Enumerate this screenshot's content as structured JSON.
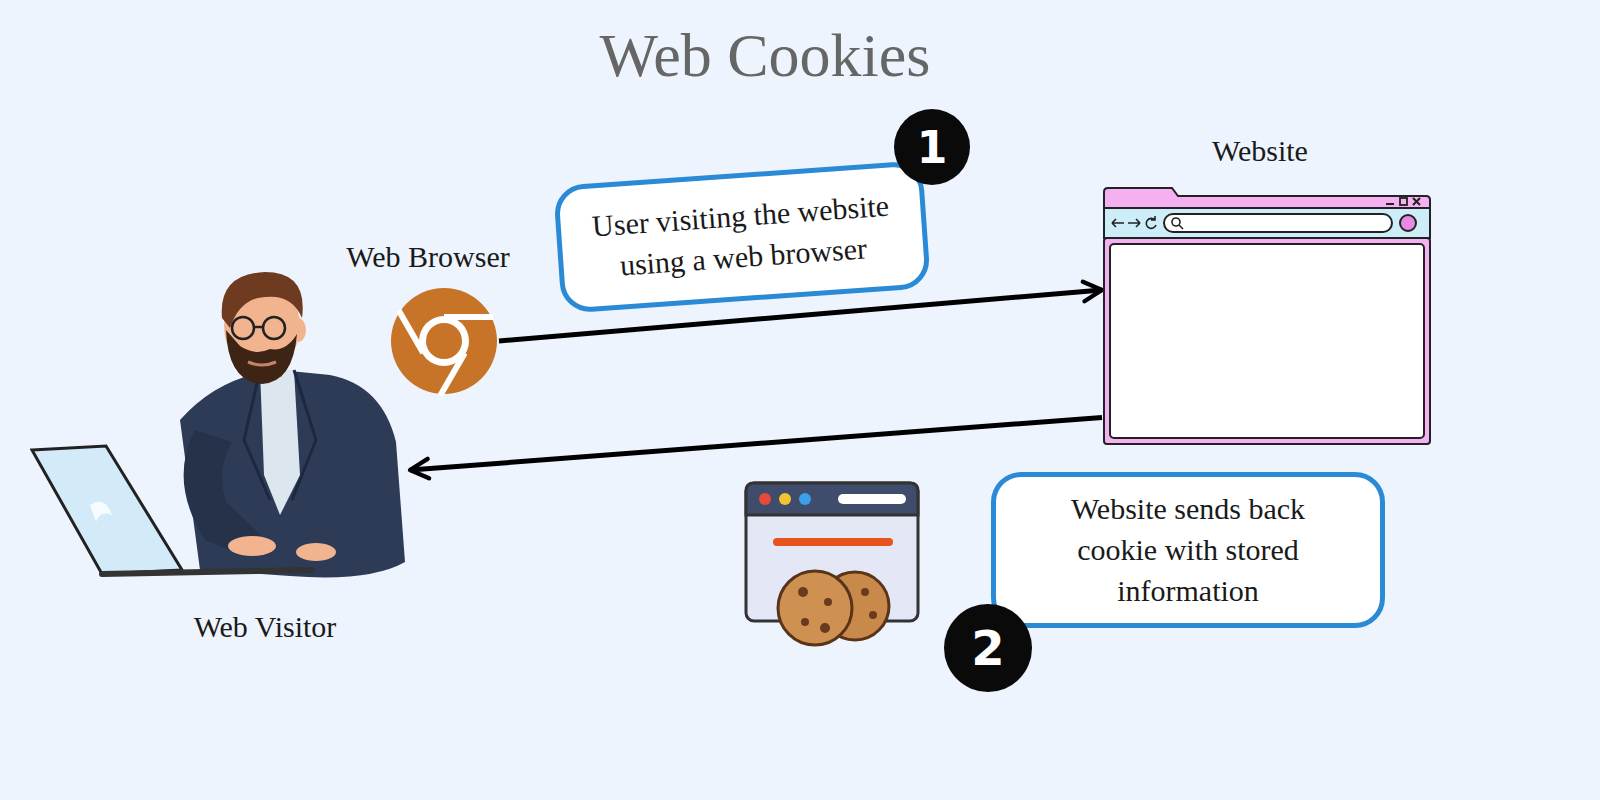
{
  "diagram": {
    "title": "Web Cookies",
    "nodes": [
      {
        "text": [
          "Web Browser"
        ]
      },
      {
        "text": [
          "User visiting the website using a web browser"
        ]
      },
      {
        "text": [
          "Website"
        ]
      },
      {
        "text": [
          "Web Visitor"
        ]
      },
      {
        "text": [
          "Website sends back cookie with stored information"
        ]
      }
    ],
    "edges": [
      {
        "from": 0,
        "to": 2,
        "arrow": "to"
      },
      {
        "from": 2,
        "to": 3,
        "arrow": "to"
      }
    ],
    "labels": [
      "1",
      "2"
    ]
  }
}
